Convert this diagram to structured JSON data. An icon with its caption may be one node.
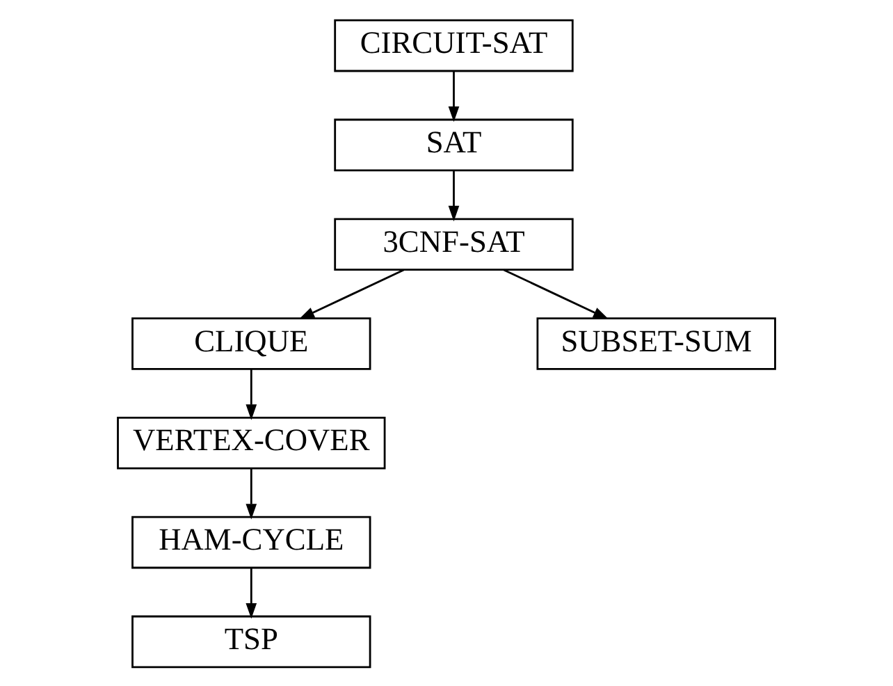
{
  "diagram": {
    "nodes": [
      {
        "text": [
          "CIRCUIT-SAT"
        ]
      },
      {
        "text": [
          "SAT"
        ]
      },
      {
        "text": [
          "3CNF-SAT"
        ]
      },
      {
        "text": [
          "CLIQUE"
        ]
      },
      {
        "text": [
          "SUBSET-SUM"
        ]
      },
      {
        "text": [
          "VERTEX-COVER"
        ]
      },
      {
        "text": [
          "HAM-CYCLE"
        ]
      },
      {
        "text": [
          "TSP"
        ]
      }
    ],
    "edges": [
      {
        "from": 0,
        "to": 1,
        "arrow": "to"
      },
      {
        "from": 1,
        "to": 2,
        "arrow": "to"
      },
      {
        "from": 2,
        "to": 3,
        "arrow": "to"
      },
      {
        "from": 2,
        "to": 4,
        "arrow": "to"
      },
      {
        "from": 3,
        "to": 5,
        "arrow": "to"
      },
      {
        "from": 5,
        "to": 6,
        "arrow": "to"
      },
      {
        "from": 6,
        "to": 7,
        "arrow": "to"
      }
    ]
  }
}
